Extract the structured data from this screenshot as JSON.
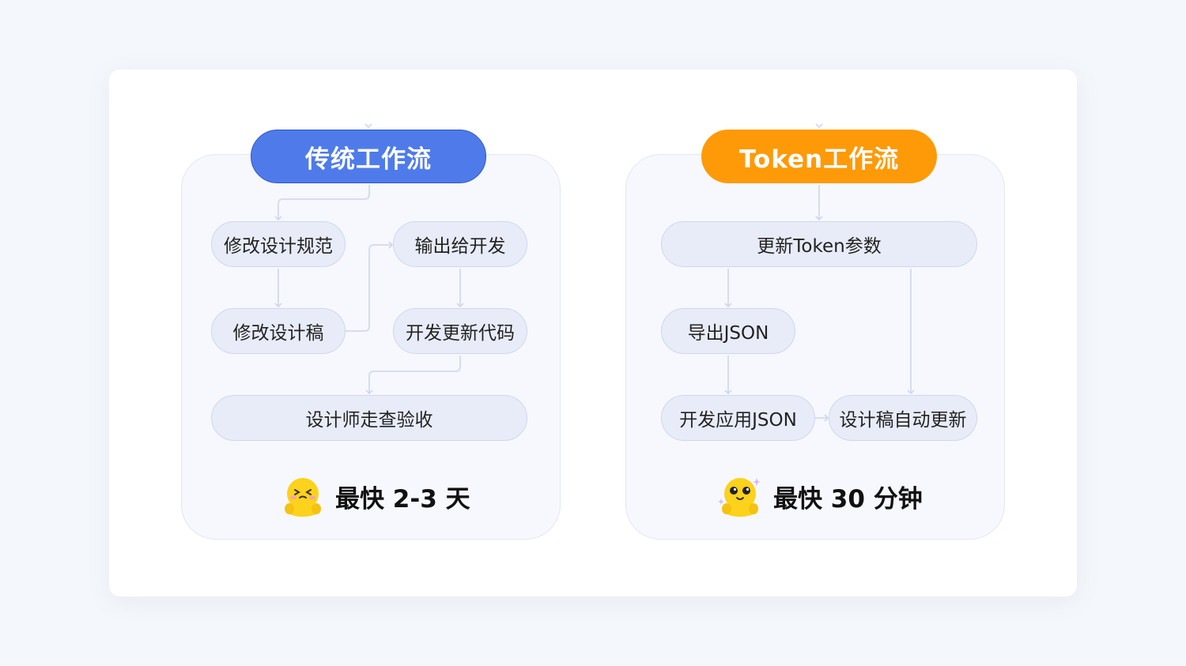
{
  "colors": {
    "background": "#f4f7fb",
    "traditional_accent": "#4f7bea",
    "token_accent": "#fe9a08",
    "node_fill": "#e8ecf8",
    "connector": "#d6ddf0"
  },
  "traditional": {
    "title": "传统工作流",
    "nodes": {
      "modify_spec": "修改设计规范",
      "modify_draft": "修改设计稿",
      "output_to_dev": "输出给开发",
      "dev_update_code": "开发更新代码",
      "designer_review": "设计师走查验收"
    },
    "result": {
      "emoji": "grinning-emoji-icon",
      "text": "最快 2-3 天"
    }
  },
  "token": {
    "title": "Token工作流",
    "nodes": {
      "update_token": "更新Token参数",
      "export_json": "导出JSON",
      "dev_apply_json": "开发应用JSON",
      "draft_auto_update": "设计稿自动更新"
    },
    "result": {
      "emoji": "sparkle-eyes-emoji-icon",
      "text": "最快 30 分钟"
    }
  }
}
